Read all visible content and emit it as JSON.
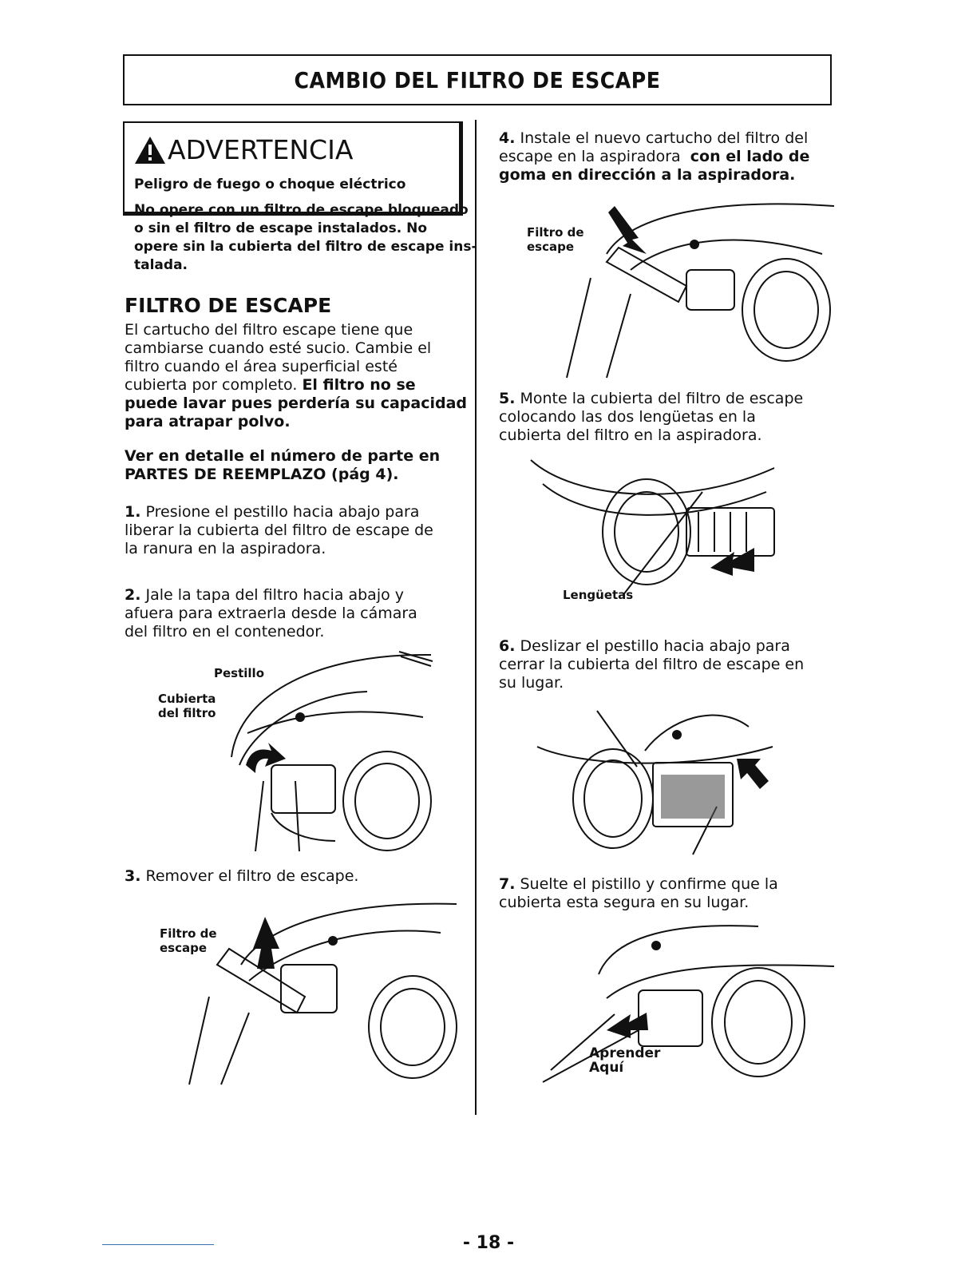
{
  "header": {
    "title": "CAMBIO DEL FILTRO DE ESCAPE"
  },
  "warning": {
    "title": "ADVERTENCIA",
    "subtitle": "Peligro de fuego o choque eléctrico",
    "lines": [
      "No opere con un filtro de escape bloqueado",
      "o sin el filtro de escape instalados. No",
      "opere sin la cubierta del filtro de escape ins-",
      "talada."
    ]
  },
  "section": {
    "title": "FILTRO DE ESCAPE",
    "intro_lines": [
      "El cartucho del filtro escape tiene que",
      "cambiarse cuando esté sucio. Cambie el",
      "filtro cuando el área superficial esté",
      "cubierta por completo."
    ],
    "intro_bold_inline": "El filtro no se",
    "intro_bold_lines": [
      "puede lavar pues perdería su capacidad",
      "para atrapar polvo."
    ],
    "detail_lines": [
      "Ver en detalle el número de parte en",
      "PARTES DE REEMPLAZO (pág 4)."
    ]
  },
  "steps": {
    "s1": {
      "num": "1.",
      "lines": [
        "Presione el pestillo hacia abajo para",
        "liberar la cubierta del filtro de escape de",
        "la ranura en la aspiradora."
      ]
    },
    "s2": {
      "num": "2.",
      "lines": [
        "Jale la tapa del filtro hacia abajo y",
        "afuera para extraerla desde la cámara",
        "del filtro en el contenedor."
      ]
    },
    "s3": {
      "num": "3.",
      "text": "Remover el filtro de escape."
    },
    "s4": {
      "num": "4.",
      "line1": "Instale el nuevo cartucho del filtro del",
      "line2_normal": "escape en la aspiradora",
      "line2_bold": "con el lado de",
      "line3_bold": "goma en dirección a la aspiradora."
    },
    "s5": {
      "num": "5.",
      "lines": [
        "Monte la cubierta del filtro de escape",
        "colocando las dos lengüetas en la",
        "cubierta del filtro en la aspiradora."
      ]
    },
    "s6": {
      "num": "6.",
      "lines": [
        "Deslizar el pestillo hacia abajo para",
        "cerrar la cubierta del filtro de escape en",
        "su lugar."
      ]
    },
    "s7": {
      "num": "7.",
      "lines": [
        "Suelte el pistillo y confirme que la",
        "cubierta esta segura en su lugar."
      ]
    }
  },
  "labels": {
    "pestillo": "Pestillo",
    "cubierta_l1": "Cubierta",
    "cubierta_l2": "del filtro",
    "filtro_de": "Filtro de",
    "escape": "escape",
    "lenguetas": "Lengüetas",
    "aprender": "Aprender",
    "aqui": "Aquí"
  },
  "page": {
    "number": "- 18 -"
  }
}
